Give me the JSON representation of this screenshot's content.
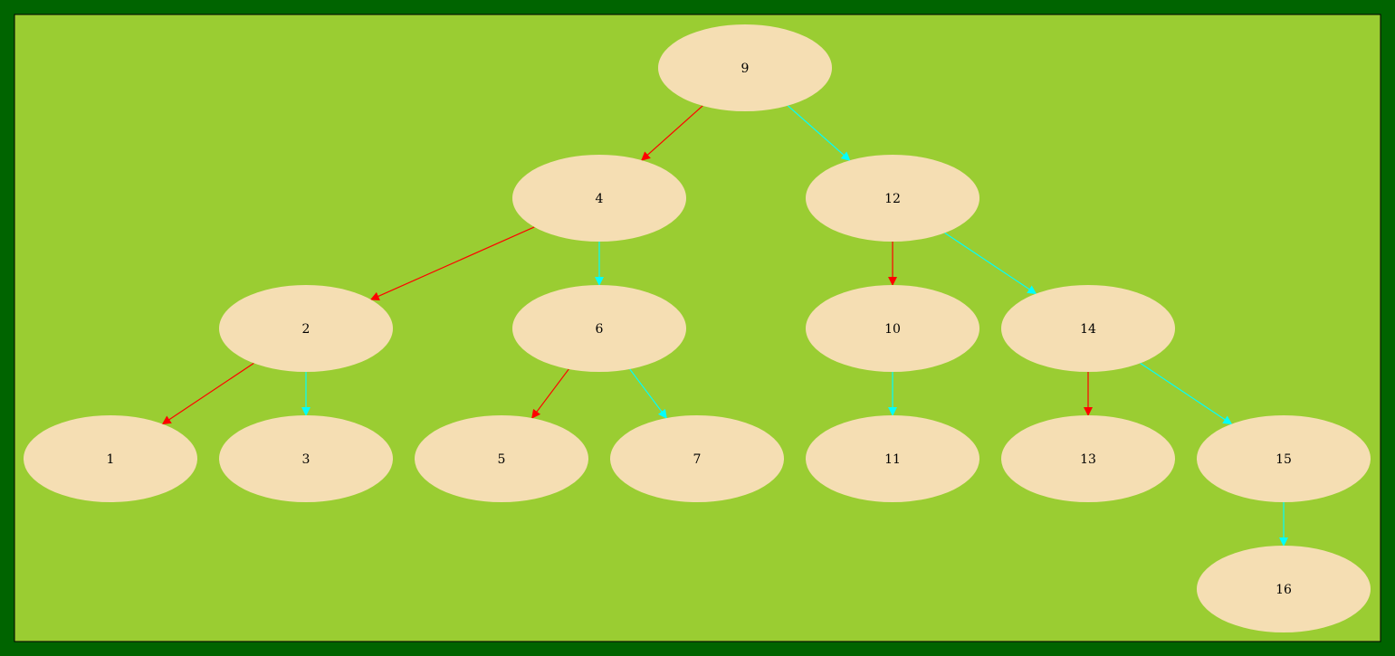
{
  "colors": {
    "outer_border": "#006400",
    "background": "#9acd32",
    "node_fill": "#f5deb3",
    "left_edge": "#ff0000",
    "right_edge": "#00ffff"
  },
  "nodes": [
    {
      "id": "n9",
      "label": "9"
    },
    {
      "id": "n4",
      "label": "4"
    },
    {
      "id": "n12",
      "label": "12"
    },
    {
      "id": "n2",
      "label": "2"
    },
    {
      "id": "n6",
      "label": "6"
    },
    {
      "id": "n10",
      "label": "10"
    },
    {
      "id": "n14",
      "label": "14"
    },
    {
      "id": "n1",
      "label": "1"
    },
    {
      "id": "n3",
      "label": "3"
    },
    {
      "id": "n5",
      "label": "5"
    },
    {
      "id": "n7",
      "label": "7"
    },
    {
      "id": "n11",
      "label": "11"
    },
    {
      "id": "n13",
      "label": "13"
    },
    {
      "id": "n15",
      "label": "15"
    },
    {
      "id": "n16",
      "label": "16"
    }
  ],
  "edges": [
    {
      "from": "n9",
      "to": "n4",
      "side": "left"
    },
    {
      "from": "n9",
      "to": "n12",
      "side": "right"
    },
    {
      "from": "n4",
      "to": "n2",
      "side": "left"
    },
    {
      "from": "n4",
      "to": "n6",
      "side": "right"
    },
    {
      "from": "n12",
      "to": "n10",
      "side": "left"
    },
    {
      "from": "n12",
      "to": "n14",
      "side": "right"
    },
    {
      "from": "n2",
      "to": "n1",
      "side": "left"
    },
    {
      "from": "n2",
      "to": "n3",
      "side": "right"
    },
    {
      "from": "n6",
      "to": "n5",
      "side": "left"
    },
    {
      "from": "n6",
      "to": "n7",
      "side": "right"
    },
    {
      "from": "n10",
      "to": "n11",
      "side": "right"
    },
    {
      "from": "n14",
      "to": "n13",
      "side": "left"
    },
    {
      "from": "n14",
      "to": "n15",
      "side": "right"
    },
    {
      "from": "n15",
      "to": "n16",
      "side": "right"
    }
  ]
}
